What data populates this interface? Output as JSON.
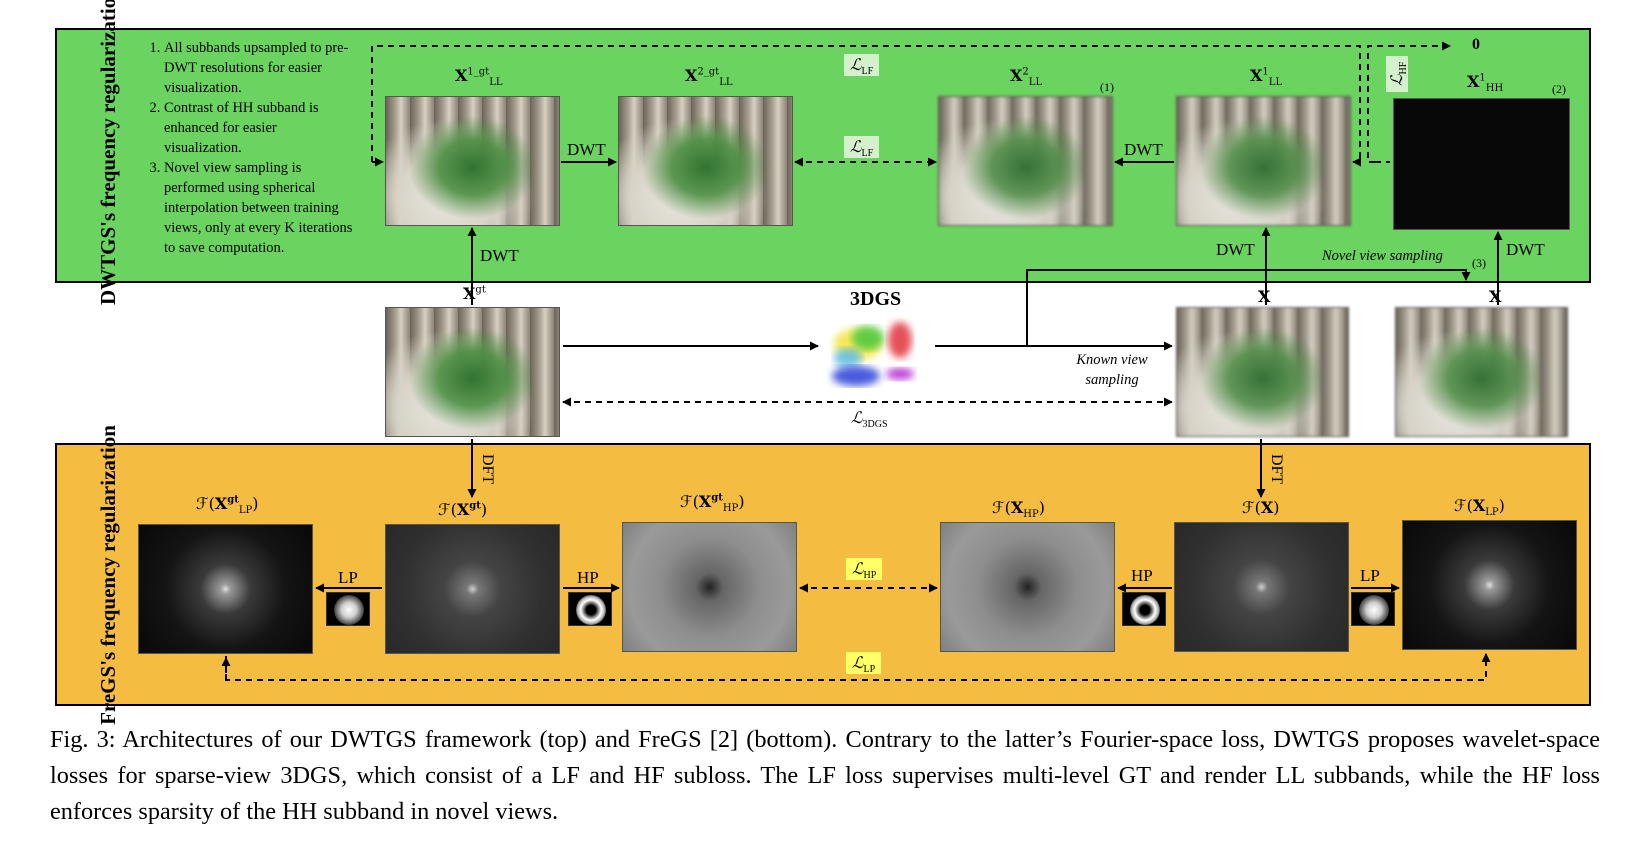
{
  "figure": {
    "dwtgs_title": "DWTGS's frequency regularization",
    "fregs_title": "FreGS's frequency regularization",
    "notes": [
      "All subbands upsampled to pre-DWT resolutions for easier visualization.",
      "Contrast of HH subband is enhanced for easier visualization.",
      "Novel view sampling is performed using spherical interpolation between training views, only at every K iterations to save computation."
    ],
    "labels": {
      "x_ll1_gt": "X",
      "x_ll2_gt": "X",
      "x_ll2": "X",
      "x_ll1": "X",
      "x_hh1": "X",
      "x_gt": "X",
      "x_known": "X",
      "x_novel": "X",
      "zero": "0",
      "three_dgs": "3DGS",
      "dwt": "DWT",
      "dft": "DFT",
      "lp": "LP",
      "hp": "HP",
      "novel_view_sampling": "Novel view sampling",
      "known_view_sampling": "Known view sampling",
      "note1": "(1)",
      "note2": "(2)",
      "note3": "(3)"
    },
    "losses": {
      "lf": "LF",
      "hf": "HF",
      "three_dgs": "3DGS",
      "hp": "HP",
      "lp": "LP"
    },
    "fourier_labels": {
      "f_lp_gt": "LP",
      "f_gt": "gt",
      "f_hp_gt": "HP",
      "f_hp": "HP",
      "f_x": "X",
      "f_lp": "LP"
    },
    "caption": "Fig. 3: Architectures of our DWTGS framework (top) and FreGS [2] (bottom). Contrary to the latter’s Fourier-space loss, DWTGS proposes wavelet-space losses for sparse-view 3DGS, which consist of a LF and HF subloss. The LF loss supervises multi-level GT and render LL subbands, while the HF loss enforces sparsity of the HH subband in novel views."
  }
}
